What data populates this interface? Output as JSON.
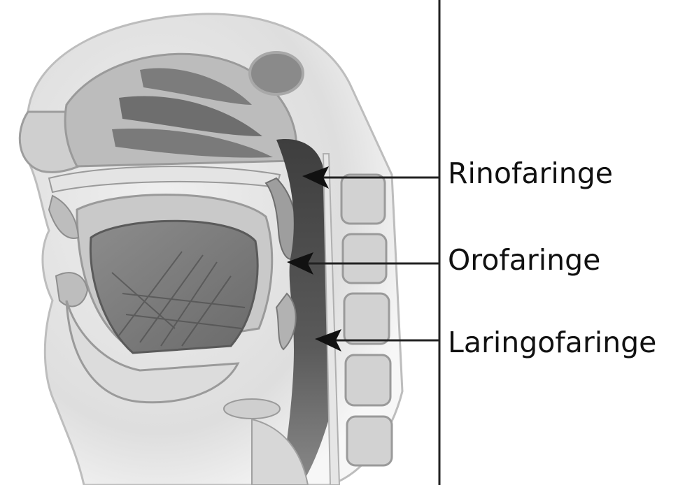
{
  "diagram": {
    "labels": [
      {
        "id": "rinofaringe",
        "text": "Rinofaringe"
      },
      {
        "id": "orofaringe",
        "text": "Orofaringe"
      },
      {
        "id": "laringofaringe",
        "text": "Laringofaringe"
      }
    ],
    "colors": {
      "line": "#222222",
      "text": "#111111",
      "tissue_light": "#dcdcdc",
      "tissue_mid": "#a8a8a8",
      "tissue_dark": "#4a4a4a"
    }
  }
}
